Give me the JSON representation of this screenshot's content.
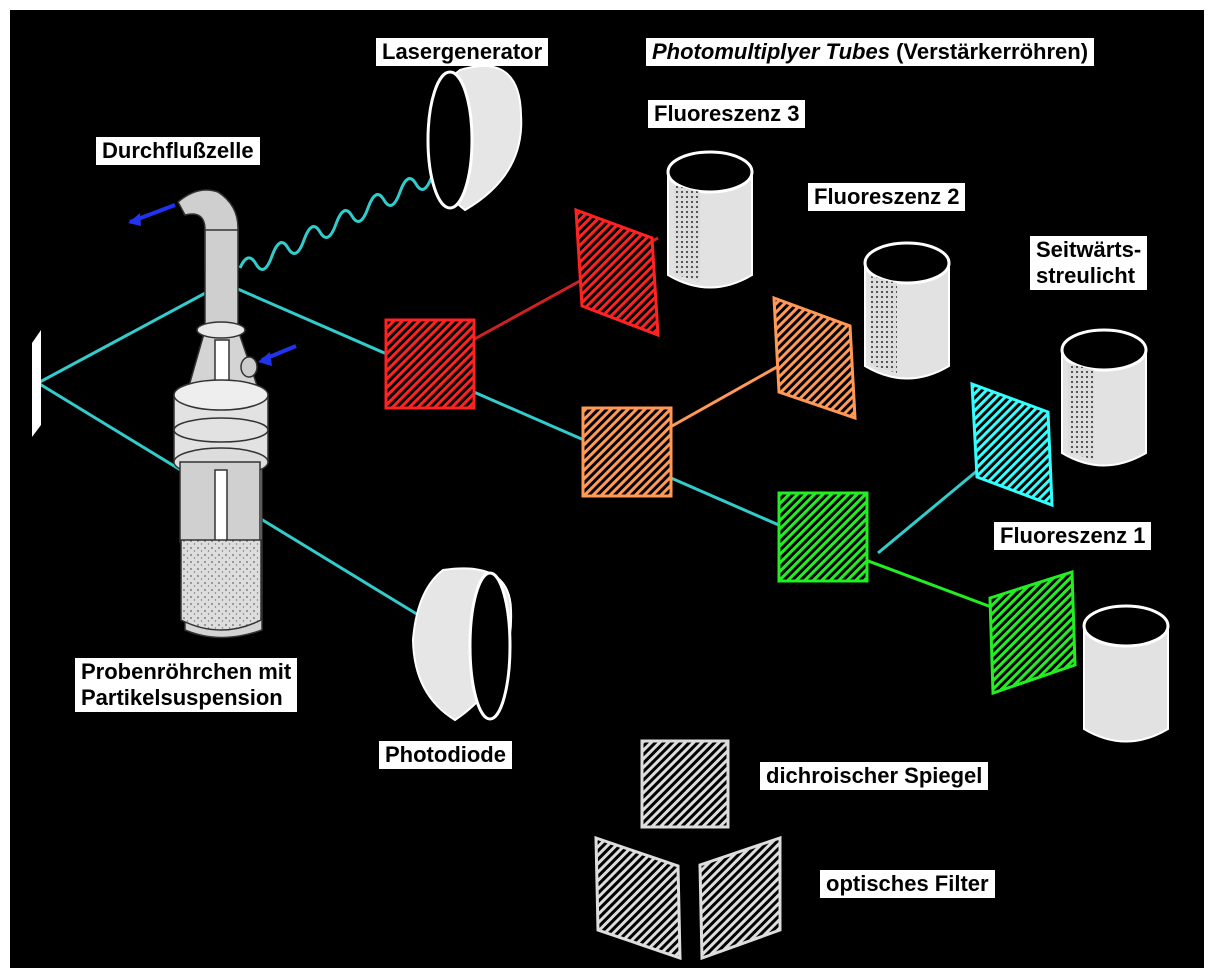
{
  "labels": {
    "lasergenerator": "Lasergenerator",
    "pmt_italic": "Photomultiplyer Tubes",
    "pmt_rest": " (Verstärkerröhren)",
    "durchflusszelle": "Durchflußzelle",
    "fluoreszenz3": "Fluoreszenz 3",
    "fluoreszenz2": "Fluoreszenz 2",
    "seitwaerts_line1": "Seitwärts-",
    "seitwaerts_line2": "streulicht",
    "fluoreszenz1": "Fluoreszenz 1",
    "proben_line1": "Probenröhrchen mit",
    "proben_line2": "Partikelsuspension",
    "photodiode": "Photodiode",
    "dichroic": "dichroischer Spiegel",
    "filter": "optisches Filter"
  },
  "colors": {
    "background": "#000000",
    "beam": "#33cccc",
    "red": "#ff2222",
    "orange": "#ff9955",
    "cyan": "#33ffff",
    "green": "#22ee22",
    "grey": "#dddddd",
    "arrow": "#2233ee"
  }
}
